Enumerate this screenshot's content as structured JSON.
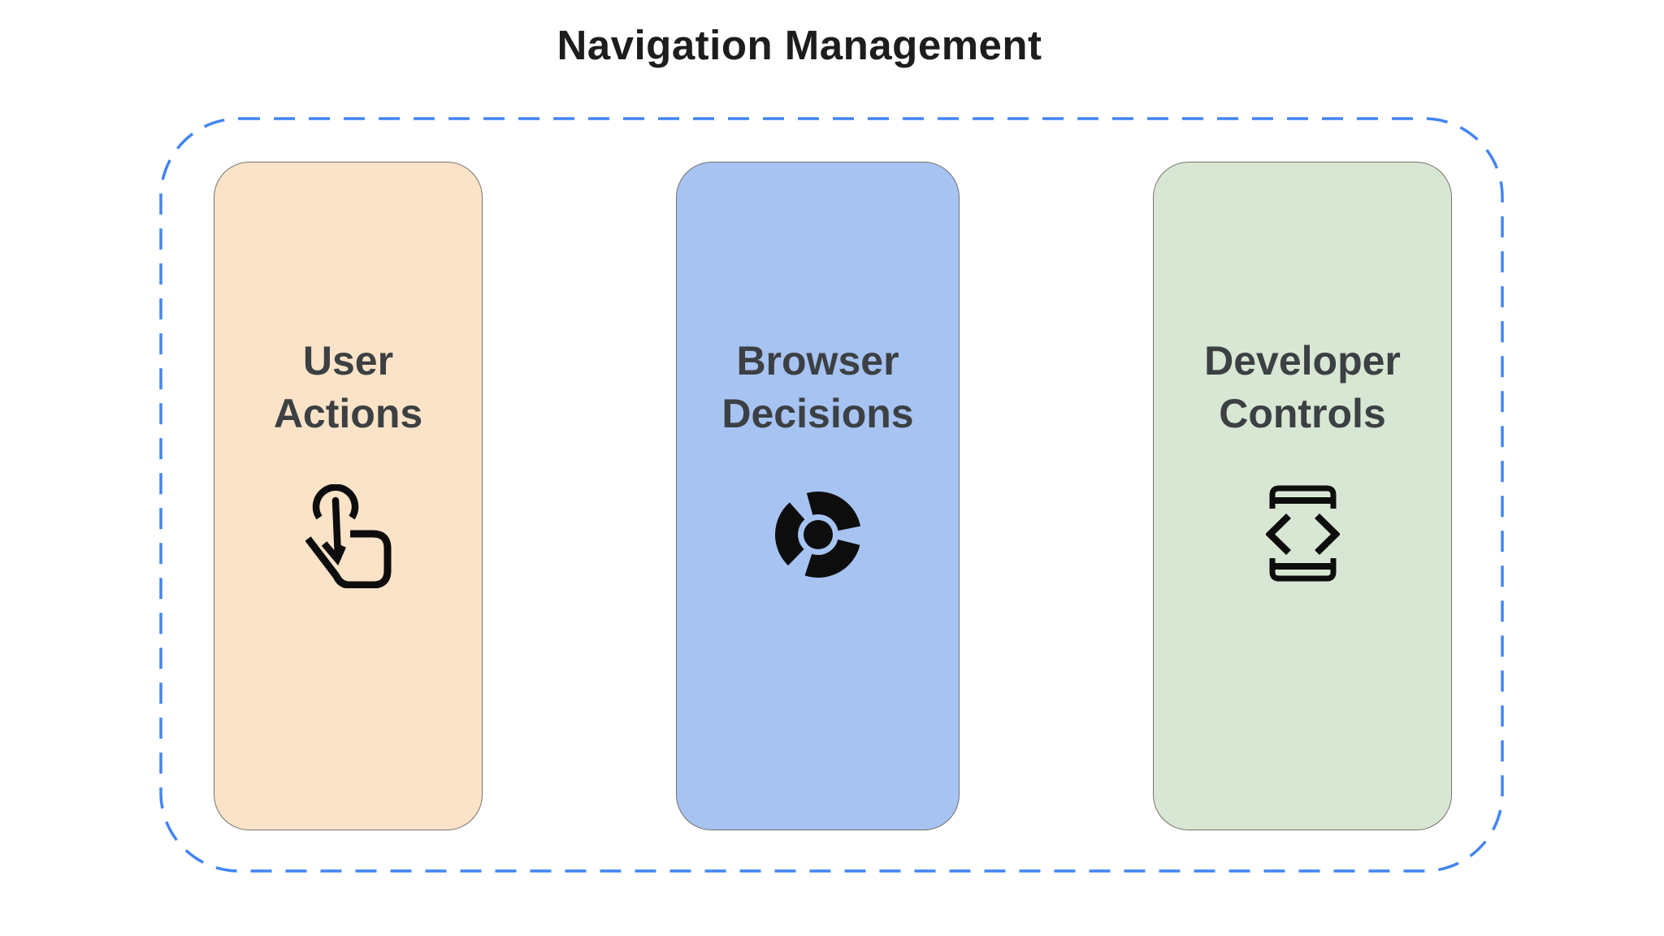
{
  "title": "Navigation Management",
  "colors": {
    "background": "#ffffff",
    "container_border": "#4285F4",
    "card_border": "#75716c",
    "title_text": "#1d1d1d",
    "label_text": "#3C4043",
    "icon": "#0d0d0d",
    "card_user_actions_bg": "#FBE3C8",
    "card_browser_decisions_bg": "#A6C3F2",
    "card_developer_controls_bg": "#D7E7D3"
  },
  "cards": [
    {
      "label": "User\nActions",
      "bg": "#FBE3C8",
      "icon": "touch-gesture-icon"
    },
    {
      "label": "Browser\nDecisions",
      "bg": "#A6C3F2",
      "icon": "chrome-browser-icon"
    },
    {
      "label": "Developer\nControls",
      "bg": "#D7E7D3",
      "icon": "developer-code-icon"
    }
  ]
}
